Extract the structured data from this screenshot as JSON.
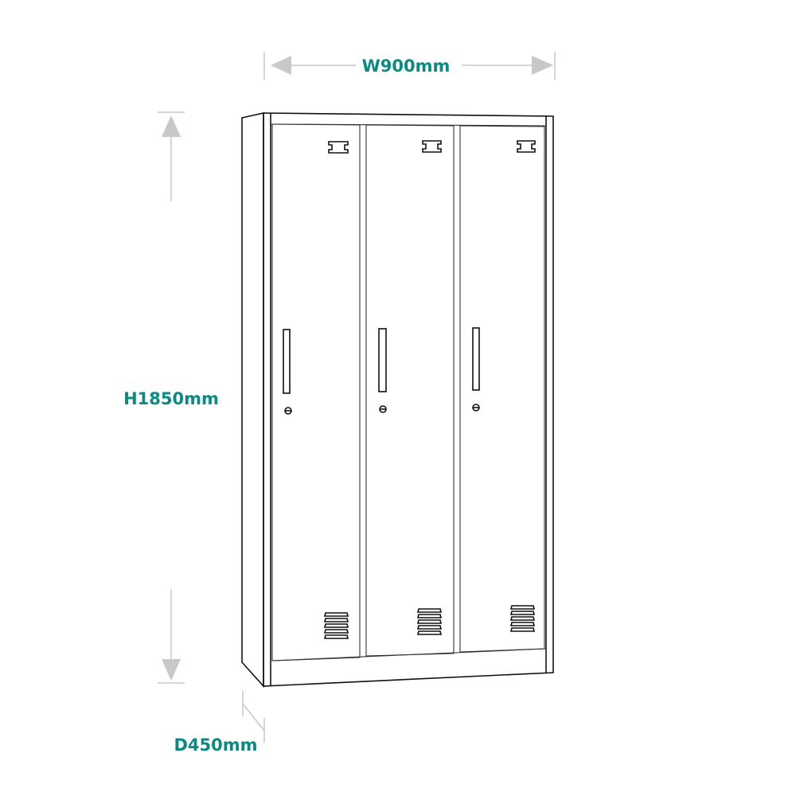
{
  "dimensions": {
    "width": "W900mm",
    "height": "H1850mm",
    "depth": "D450mm"
  },
  "colors": {
    "label": "#0b8a84",
    "arrow": "#c8c8c8",
    "outline": "#111111"
  },
  "product": {
    "doors": 3
  }
}
